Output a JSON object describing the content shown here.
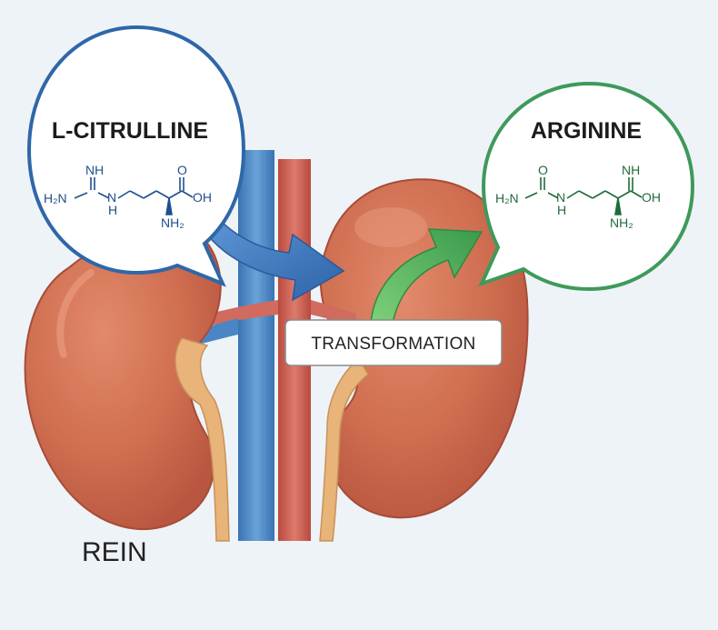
{
  "left_bubble": {
    "title": "L-CITRULLINE",
    "molecule": {
      "nh": "NH",
      "h2n": "H₂N",
      "n": "N",
      "h": "H",
      "o": "O",
      "oh": "OH",
      "nh2": "NH₂"
    }
  },
  "right_bubble": {
    "title": "ARGININE",
    "molecule": {
      "o": "O",
      "h2n": "H₂N",
      "n": "N",
      "h": "H",
      "nh": "NH",
      "oh": "OH",
      "nh2": "NH₂"
    }
  },
  "process_label": "TRANSFORMATION",
  "organ_label": "REIN",
  "colors": {
    "kidney": "#c9654a",
    "kidney_highlight": "#e08a6c",
    "vein": "#4a86c5",
    "artery": "#c9574a",
    "ureter": "#e8b47a",
    "blue_bubble": "#2f67a8",
    "green_bubble": "#3e9a5a",
    "arrow_blue": "#3f79c0",
    "arrow_green": "#48b058"
  }
}
